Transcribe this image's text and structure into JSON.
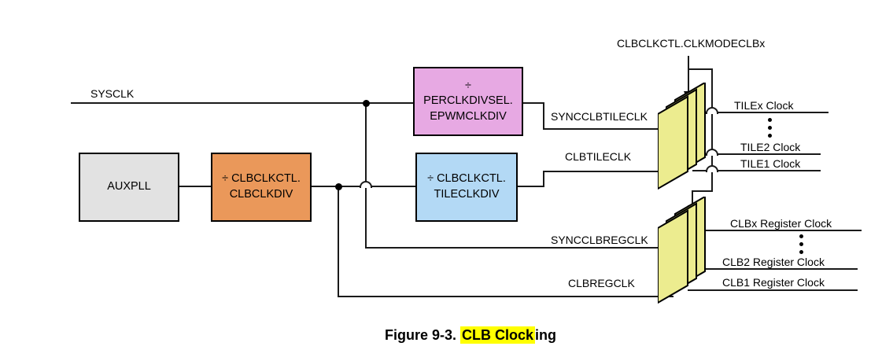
{
  "figure": {
    "caption_prefix": "Figure 9-3. ",
    "caption_highlight": "CLB Clock",
    "caption_suffix": "ing"
  },
  "blocks": {
    "auxpll": {
      "label": "AUXPLL"
    },
    "clbclkdiv": {
      "line1": "÷ CLBCLKCTL.",
      "line2": "CLBCLKDIV"
    },
    "epwmclkdiv": {
      "line1": "÷",
      "line2": "PERCLKDIVSEL.",
      "line3": "EPWMCLKDIV"
    },
    "tileclkdiv": {
      "line1": "÷ CLBCLKCTL.",
      "line2": "TILECLKDIV"
    }
  },
  "signals": {
    "sysclk": "SYSCLK",
    "syncclbtileclk": "SYNCCLBTILECLK",
    "clbtileclk": "CLBTILECLK",
    "syncclbregclk": "SYNCCLBREGCLK",
    "clbregclk": "CLBREGCLK",
    "clkmode_select": "CLBCLKCTL.CLKMODECLBx"
  },
  "outputs": {
    "tile": [
      "TILEx Clock",
      "TILE2 Clock",
      "TILE1 Clock"
    ],
    "register": [
      "CLBx Register Clock",
      "CLB2 Register Clock",
      "CLB1 Register Clock"
    ]
  },
  "colors": {
    "block_gray": "#E2E2E2",
    "block_orange": "#EA985A",
    "block_pink": "#E7A9E3",
    "block_blue": "#B3D9F5",
    "mux_yellow": "#ECEC8F",
    "caption_highlight": "#FFFF00",
    "line_black": "#1a1a1a"
  }
}
